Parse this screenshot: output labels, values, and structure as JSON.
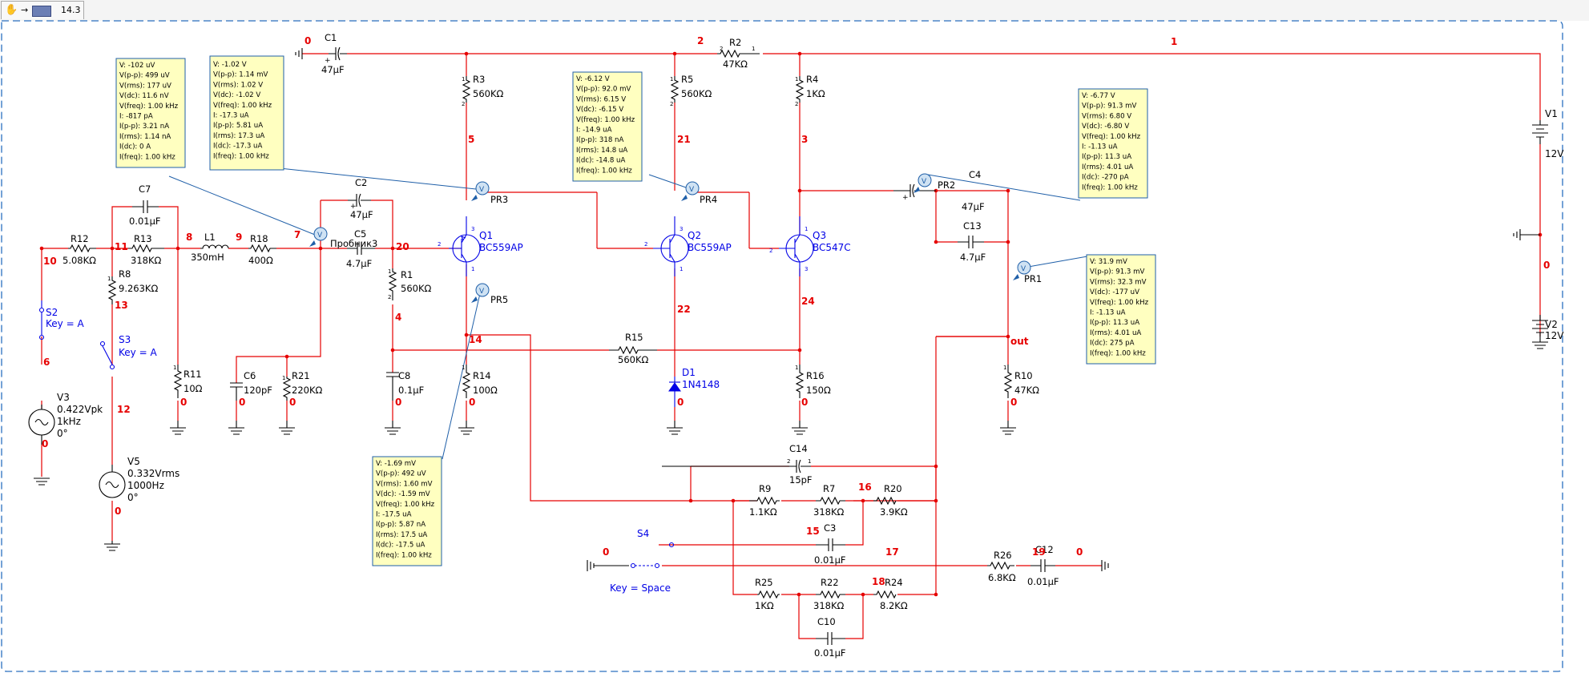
{
  "toolbar": {
    "tab_label": "14.3",
    "hand_icon": "hand-pointer-icon",
    "arrow_icon": "arrow-right-icon",
    "tab_icon": "probe-panel-icon"
  },
  "colors": {
    "wire": "#e60000",
    "component": "#000000",
    "interactive": "#0000e6",
    "probe_box": "#ffffc0",
    "probe_line": "#1f5fa8",
    "border": "#2a6fbf"
  },
  "nets": {
    "n0_top": "0",
    "n1": "1",
    "n2": "2",
    "n5": "5",
    "n21": "21",
    "n3": "3",
    "n20": "20",
    "n7": "7",
    "n8": "8",
    "n9": "9",
    "n10": "10",
    "n11": "11",
    "n13": "13",
    "n6": "6",
    "n0_v3": "0",
    "n12": "12",
    "n0_v5": "0",
    "n0_r11": "0",
    "n0_c6": "0",
    "n0_r21": "0",
    "n4": "4",
    "n0_c8": "0",
    "n14": "14",
    "n0_r14": "0",
    "n22": "22",
    "n0_d1": "0",
    "n24": "24",
    "n0_r16": "0",
    "out": "out",
    "n0_r10": "0",
    "n0_v": "0",
    "n16": "16",
    "n15": "15",
    "n17": "17",
    "n0_s4": "0",
    "n18": "18",
    "n19": "19",
    "n0_c12": "0"
  },
  "components": {
    "C1": {
      "ref": "C1",
      "val": "47µF"
    },
    "R2": {
      "ref": "R2",
      "val": "47KΩ"
    },
    "R3": {
      "ref": "R3",
      "val": "560KΩ"
    },
    "R5": {
      "ref": "R5",
      "val": "560KΩ"
    },
    "R4": {
      "ref": "R4",
      "val": "1KΩ"
    },
    "V1": {
      "ref": "V1",
      "val": "12V"
    },
    "V2": {
      "ref": "V2",
      "val": "12V"
    },
    "C7": {
      "ref": "C7",
      "val": "0.01µF"
    },
    "R12": {
      "ref": "R12",
      "val": "5.08KΩ"
    },
    "R13": {
      "ref": "R13",
      "val": "318KΩ"
    },
    "L1": {
      "ref": "L1",
      "val": "350mH"
    },
    "R18": {
      "ref": "R18",
      "val": "400Ω"
    },
    "C2": {
      "ref": "C2",
      "val": "47µF"
    },
    "C5": {
      "ref": "C5",
      "val": "4.7µF",
      "extra": "Пробник3"
    },
    "R1": {
      "ref": "R1",
      "val": "560KΩ"
    },
    "R8": {
      "ref": "R8",
      "val": "9.263KΩ"
    },
    "R11": {
      "ref": "R11",
      "val": "10Ω"
    },
    "C6": {
      "ref": "C6",
      "val": "120pF"
    },
    "R21": {
      "ref": "R21",
      "val": "220KΩ"
    },
    "C8": {
      "ref": "C8",
      "val": "0.1µF"
    },
    "R14": {
      "ref": "R14",
      "val": "100Ω"
    },
    "R15": {
      "ref": "R15",
      "val": "560KΩ"
    },
    "D1": {
      "ref": "D1",
      "val": "1N4148"
    },
    "R16": {
      "ref": "R16",
      "val": "150Ω"
    },
    "C4": {
      "ref": "C4",
      "val": "47µF"
    },
    "C13": {
      "ref": "C13",
      "val": "4.7µF"
    },
    "R10": {
      "ref": "R10",
      "val": "47KΩ"
    },
    "C14": {
      "ref": "C14",
      "val": "15pF"
    },
    "R9": {
      "ref": "R9",
      "val": "1.1KΩ"
    },
    "R7": {
      "ref": "R7",
      "val": "318KΩ"
    },
    "R20": {
      "ref": "R20",
      "val": "3.9KΩ"
    },
    "C3": {
      "ref": "C3",
      "val": "0.01µF"
    },
    "R25": {
      "ref": "R25",
      "val": "1KΩ"
    },
    "R22": {
      "ref": "R22",
      "val": "318KΩ"
    },
    "R24": {
      "ref": "R24",
      "val": "8.2KΩ"
    },
    "C10": {
      "ref": "C10",
      "val": "0.01µF"
    },
    "R26": {
      "ref": "R26",
      "val": "6.8KΩ"
    },
    "C12": {
      "ref": "C12",
      "val": "0.01µF"
    },
    "Q1": {
      "ref": "Q1",
      "val": "BC559AP"
    },
    "Q2": {
      "ref": "Q2",
      "val": "BC559AP"
    },
    "Q3": {
      "ref": "Q3",
      "val": "BC547C"
    },
    "V3": {
      "ref": "V3",
      "l1": "0.422Vpk",
      "l2": "1kHz",
      "l3": "0°"
    },
    "V5": {
      "ref": "V5",
      "l1": "0.332Vrms",
      "l2": "1000Hz",
      "l3": "0°"
    },
    "S2": {
      "ref": "S2",
      "key": "Key = A"
    },
    "S3": {
      "ref": "S3",
      "key": "Key = A"
    },
    "S4": {
      "ref": "S4",
      "key": "Key = Space"
    },
    "PR1": {
      "ref": "PR1"
    },
    "PR2": {
      "ref": "PR2"
    },
    "PR3": {
      "ref": "PR3"
    },
    "PR4": {
      "ref": "PR4"
    },
    "PR5": {
      "ref": "PR5"
    }
  },
  "probes": {
    "box_a": [
      "V: -102 uV",
      "V(p-p): 499 uV",
      "V(rms): 177 uV",
      "V(dc): 11.6 nV",
      "V(freq): 1.00 kHz",
      "I: -817 pA",
      "I(p-p): 3.21 nA",
      "I(rms): 1.14 nA",
      "I(dc): 0 A",
      "I(freq): 1.00 kHz"
    ],
    "box_b": [
      "V: -1.02 V",
      "V(p-p): 1.14 mV",
      "V(rms): 1.02 V",
      "V(dc): -1.02 V",
      "V(freq): 1.00 kHz",
      "I: -17.3 uA",
      "I(p-p): 5.81 uA",
      "I(rms): 17.3 uA",
      "I(dc): -17.3 uA",
      "I(freq): 1.00 kHz"
    ],
    "box_c": [
      "V: -6.12 V",
      "V(p-p): 92.0 mV",
      "V(rms): 6.15 V",
      "V(dc): -6.15 V",
      "V(freq): 1.00 kHz",
      "I: -14.9 uA",
      "I(p-p): 318 nA",
      "I(rms): 14.8 uA",
      "I(dc): -14.8 uA",
      "I(freq): 1.00 kHz"
    ],
    "box_d": [
      "V: -6.77 V",
      "V(p-p): 91.3 mV",
      "V(rms): 6.80 V",
      "V(dc): -6.80 V",
      "V(freq): 1.00 kHz",
      "I: -1.13 uA",
      "I(p-p): 11.3 uA",
      "I(rms): 4.01 uA",
      "I(dc): -270 pA",
      "I(freq): 1.00 kHz"
    ],
    "box_e": [
      "V: 31.9 mV",
      "V(p-p): 91.3 mV",
      "V(rms): 32.3 mV",
      "V(dc): -177 uV",
      "V(freq): 1.00 kHz",
      "I: -1.13 uA",
      "I(p-p): 11.3 uA",
      "I(rms): 4.01 uA",
      "I(dc): 275 pA",
      "I(freq): 1.00 kHz"
    ],
    "box_f": [
      "V: -1.69 mV",
      "V(p-p): 492 uV",
      "V(rms): 1.60 mV",
      "V(dc): -1.59 mV",
      "V(freq): 1.00 kHz",
      "I: -17.5 uA",
      "I(p-p): 5.87 nA",
      "I(rms): 17.5 uA",
      "I(dc): -17.5 uA",
      "I(freq): 1.00 kHz"
    ]
  }
}
